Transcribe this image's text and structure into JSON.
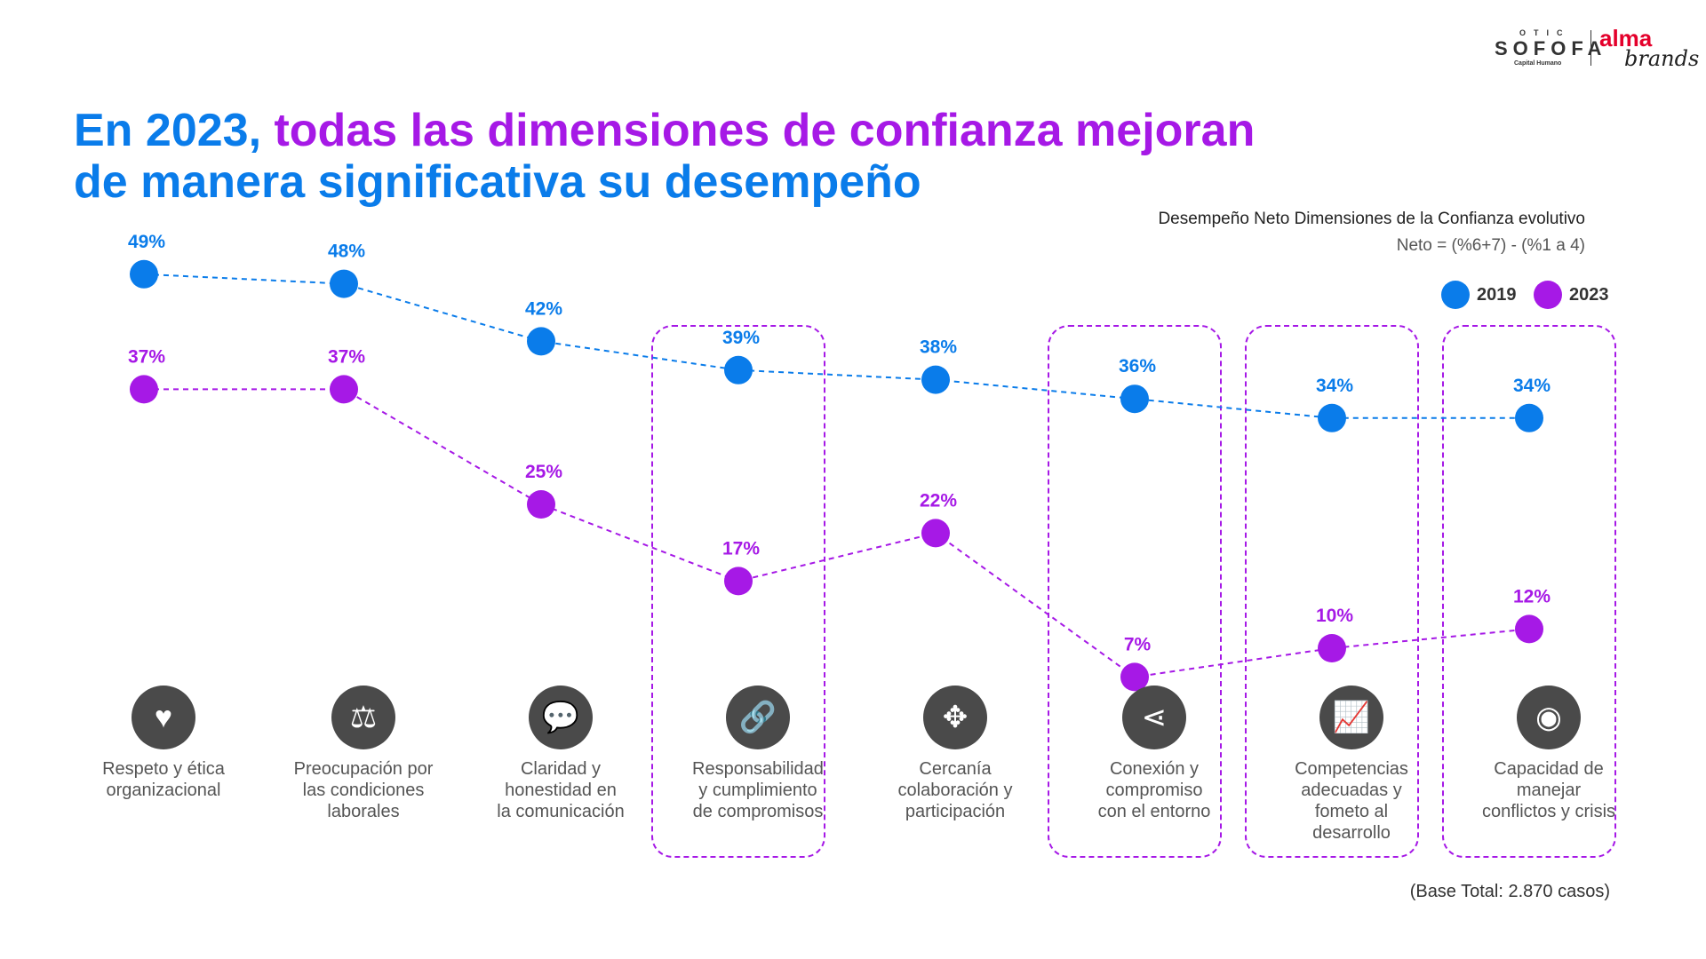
{
  "logo": {
    "otic": "OTIC",
    "sofofa": "SOFOFA",
    "capital": "Capital Humano",
    "alma": "alma",
    "brands": "brands"
  },
  "title": {
    "part1": "En 2023, ",
    "part2": "todas las dimensiones de confianza mejoran",
    "line2": "de manera significativa su desempeño"
  },
  "subtitle": "Desempeño Neto Dimensiones de la Confianza evolutivo",
  "formula": "Neto = (%6+7) - (%1 a 4)",
  "base_note": "(Base Total: 2.870 casos)",
  "colors": {
    "s2019": "#0a7cea",
    "s2023": "#a619e6",
    "icon_bg": "#4a4a4a"
  },
  "categories": [
    {
      "label": "Respeto y ética\norganizacional",
      "icon": "handshake-heart-icon",
      "glyph": "♥"
    },
    {
      "label": "Preocupación por\nlas condiciones\nlaborales",
      "icon": "scales-icon",
      "glyph": "⚖"
    },
    {
      "label": "Claridad y\nhonestidad en\nla comunicación",
      "icon": "chat-bubbles-icon",
      "glyph": "💬"
    },
    {
      "label": "Responsabilidad\ny cumplimiento\nde compromisos",
      "icon": "link-chain-icon",
      "glyph": "🔗"
    },
    {
      "label": "Cercanía\ncolaboración y\nparticipación",
      "icon": "collaboration-icon",
      "glyph": "✥"
    },
    {
      "label": "Conexión y\ncompromiso\ncon el entorno",
      "icon": "share-network-icon",
      "glyph": "⋖"
    },
    {
      "label": "Competencias\nadecuadas y\nfometo al\ndesarrollo",
      "icon": "growth-chart-icon",
      "glyph": "📈"
    },
    {
      "label": "Capacidad de\nmanejar\nconflictos y crisis",
      "icon": "whistle-icon",
      "glyph": "◉"
    }
  ],
  "chart_data": {
    "type": "line",
    "categories": [
      "Respeto y ética organizacional",
      "Preocupación por las condiciones laborales",
      "Claridad y honestidad en la comunicación",
      "Responsabilidad y cumplimiento de compromisos",
      "Cercanía colaboración y participación",
      "Conexión y compromiso con el entorno",
      "Competencias adecuadas y fometo al desarrollo",
      "Capacidad de manejar conflictos y crisis"
    ],
    "series": [
      {
        "name": "2019",
        "values": [
          49,
          48,
          42,
          39,
          38,
          36,
          34,
          34
        ],
        "labels": [
          "49%",
          "48%",
          "42%",
          "39%",
          "38%",
          "36%",
          "34%",
          "34%"
        ]
      },
      {
        "name": "2023",
        "values": [
          37,
          37,
          25,
          17,
          22,
          7,
          10,
          12
        ],
        "labels": [
          "37%",
          "37%",
          "25%",
          "17%",
          "22%",
          "7%",
          "10%",
          "12%"
        ]
      }
    ],
    "highlighted_categories": [
      3,
      5,
      6,
      7
    ],
    "legend": "top-right",
    "grid": false,
    "line_style": "dashed"
  }
}
